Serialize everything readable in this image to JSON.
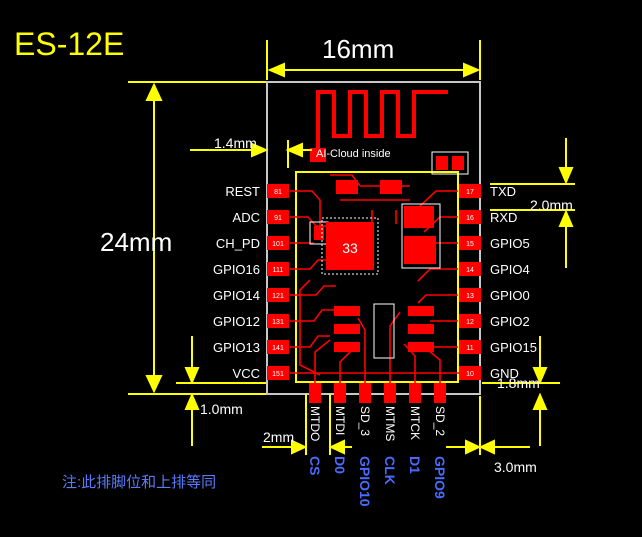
{
  "title": "ES-12E",
  "dimensions": {
    "width": "16mm",
    "height": "24mm",
    "antenna_offset": "1.4mm",
    "pin_pitch": "2.0mm",
    "bottom_left_margin": "1.0mm",
    "bottom_right_margin": "1.8mm",
    "bottom_pin_pitch": "2mm",
    "bottom_right_offset": "3.0mm"
  },
  "board": {
    "antenna_label": "AI-Cloud  inside",
    "chip_label": "33"
  },
  "left_pins": [
    {
      "label": "REST",
      "num": "81"
    },
    {
      "label": "ADC",
      "num": "91"
    },
    {
      "label": "CH_PD",
      "num": "101"
    },
    {
      "label": "GPIO16",
      "num": "111"
    },
    {
      "label": "GPIO14",
      "num": "121"
    },
    {
      "label": "GPIO12",
      "num": "131"
    },
    {
      "label": "GPIO13",
      "num": "141"
    },
    {
      "label": "VCC",
      "num": "151"
    }
  ],
  "right_pins": [
    {
      "label": "TXD",
      "num": "17"
    },
    {
      "label": "RXD",
      "num": "16"
    },
    {
      "label": "GPIO5",
      "num": "15"
    },
    {
      "label": "GPIO4",
      "num": "14"
    },
    {
      "label": "GPIO0",
      "num": "13"
    },
    {
      "label": "GPIO2",
      "num": "12"
    },
    {
      "label": "GPIO15",
      "num": "11"
    },
    {
      "label": "GND",
      "num": "10"
    }
  ],
  "bottom_pins": [
    {
      "name": "MTDO",
      "alt": "CS"
    },
    {
      "name": "MTDI",
      "alt": "D0"
    },
    {
      "name": "SD_3",
      "alt": "GPIO10"
    },
    {
      "name": "MTMS",
      "alt": "CLK"
    },
    {
      "name": "MTCK",
      "alt": "D1"
    },
    {
      "name": "SD_2",
      "alt": "GPIO9"
    }
  ],
  "note": "注:此排脚位和上排等同",
  "colors": {
    "dimension": "#ffff00",
    "board_outline": "#c8c8c8",
    "copper": "#ff0000",
    "pad_label": "#ffffff",
    "alt_label": "#4a6bff",
    "note": "#5a7bff"
  }
}
